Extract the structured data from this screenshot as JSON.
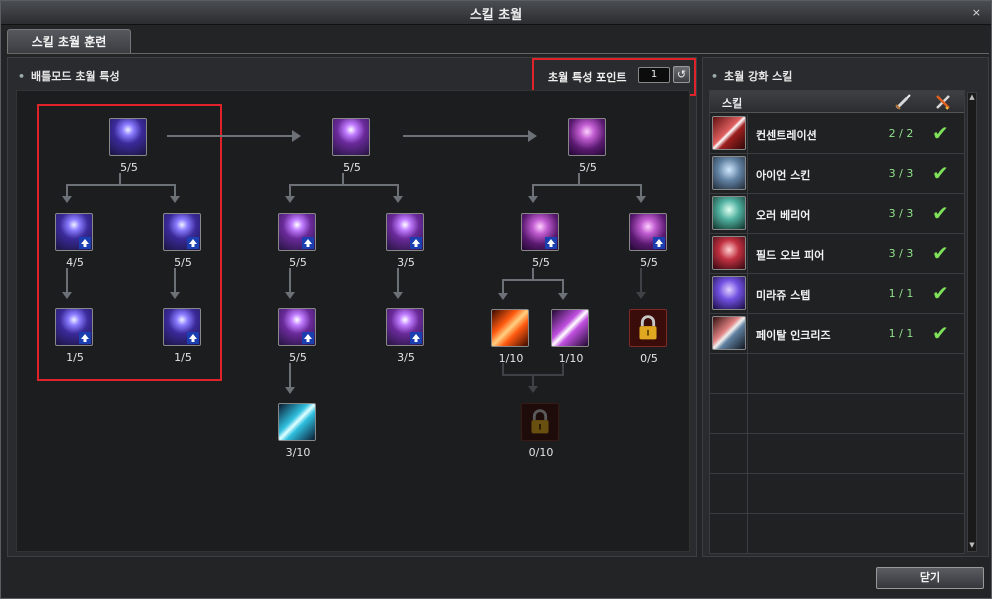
{
  "window": {
    "title": "스킬 초월",
    "close_glyph": "×"
  },
  "tab": {
    "label": "스킬 초월 훈련"
  },
  "left": {
    "header": "배틀모드 초월 특성",
    "points_label": "초월 특성 포인트",
    "points_value": "1",
    "reset_glyph": "↺"
  },
  "tree": {
    "nodes": [
      {
        "id": "a1",
        "level": "5/5"
      },
      {
        "id": "a2",
        "level": "4/5"
      },
      {
        "id": "a3",
        "level": "5/5"
      },
      {
        "id": "a4",
        "level": "1/5"
      },
      {
        "id": "a5",
        "level": "1/5"
      },
      {
        "id": "b1",
        "level": "5/5"
      },
      {
        "id": "b2",
        "level": "5/5"
      },
      {
        "id": "b3",
        "level": "3/5"
      },
      {
        "id": "b4",
        "level": "5/5"
      },
      {
        "id": "b5",
        "level": "3/5"
      },
      {
        "id": "b6",
        "level": "3/10"
      },
      {
        "id": "c1",
        "level": "5/5"
      },
      {
        "id": "c2",
        "level": "5/5"
      },
      {
        "id": "c3",
        "level": "5/5"
      },
      {
        "id": "c4",
        "level": "1/10"
      },
      {
        "id": "c5",
        "level": "1/10"
      },
      {
        "id": "c6",
        "level": "0/5"
      },
      {
        "id": "c7",
        "level": "0/10"
      }
    ]
  },
  "right": {
    "header": "초월 강화 스킬",
    "column_skill": "스킬",
    "rows": [
      {
        "name": "컨센트레이션",
        "ratio": "2 / 2",
        "icon": "concentration-icon"
      },
      {
        "name": "아이언 스킨",
        "ratio": "3 / 3",
        "icon": "iron-skin-icon"
      },
      {
        "name": "오러 베리어",
        "ratio": "3 / 3",
        "icon": "aura-barrier-icon"
      },
      {
        "name": "필드 오브 피어",
        "ratio": "3 / 3",
        "icon": "field-of-fear-icon"
      },
      {
        "name": "미라쥬 스텝",
        "ratio": "1 / 1",
        "icon": "mirage-step-icon"
      },
      {
        "name": "페이탈 인크리즈",
        "ratio": "1 / 1",
        "icon": "fatal-increase-icon"
      }
    ],
    "check_glyph": "✔"
  },
  "footer": {
    "close_label": "닫기"
  },
  "colors": {
    "highlight": "#e0232b",
    "ratio_green": "#8fe08a",
    "check_green": "#7fe05a"
  }
}
